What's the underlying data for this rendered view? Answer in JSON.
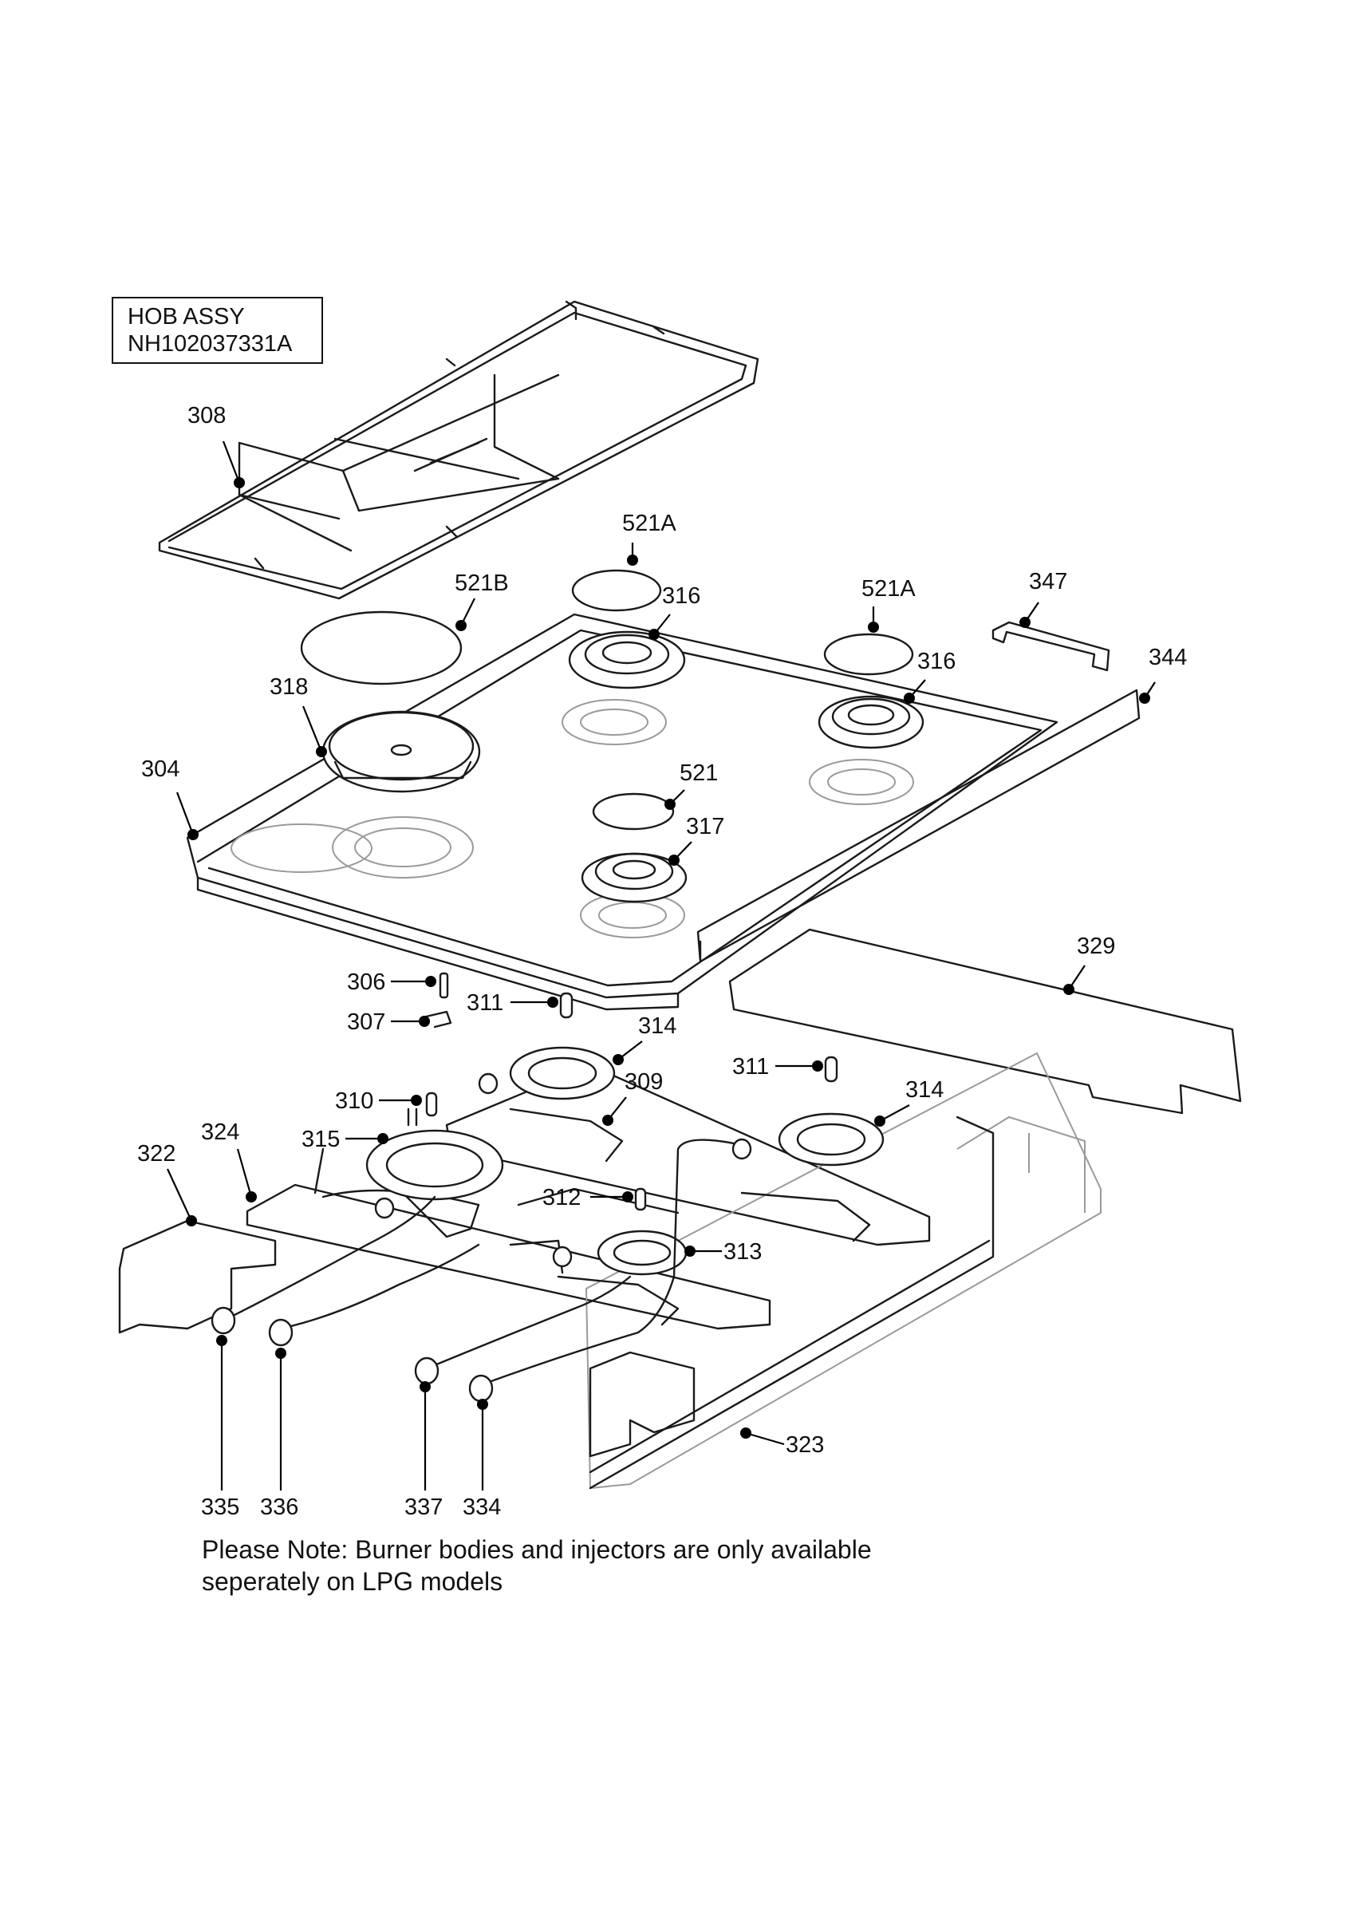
{
  "title_box": {
    "line1": "HOB ASSY",
    "line2": "NH102037331A"
  },
  "note": {
    "line1": "Please Note: Burner bodies and injectors are only available",
    "line2": "seperately on LPG models"
  },
  "labels": {
    "p308": "308",
    "p521B": "521B",
    "p521A_left": "521A",
    "p316_left": "316",
    "p521A_right": "521A",
    "p347": "347",
    "p316_right": "316",
    "p344": "344",
    "p318": "318",
    "p304": "304",
    "p521": "521",
    "p317": "317",
    "p329": "329",
    "p306": "306",
    "p307": "307",
    "p311_left": "311",
    "p314_left": "314",
    "p311_right": "311",
    "p314_right": "314",
    "p310": "310",
    "p309": "309",
    "p315": "315",
    "p324": "324",
    "p322": "322",
    "p312": "312",
    "p313": "313",
    "p323": "323",
    "p335": "335",
    "p336": "336",
    "p337": "337",
    "p334": "334"
  },
  "colors": {
    "line": "#1a1a1a",
    "faint": "#9a9a9a",
    "background": "#ffffff"
  }
}
